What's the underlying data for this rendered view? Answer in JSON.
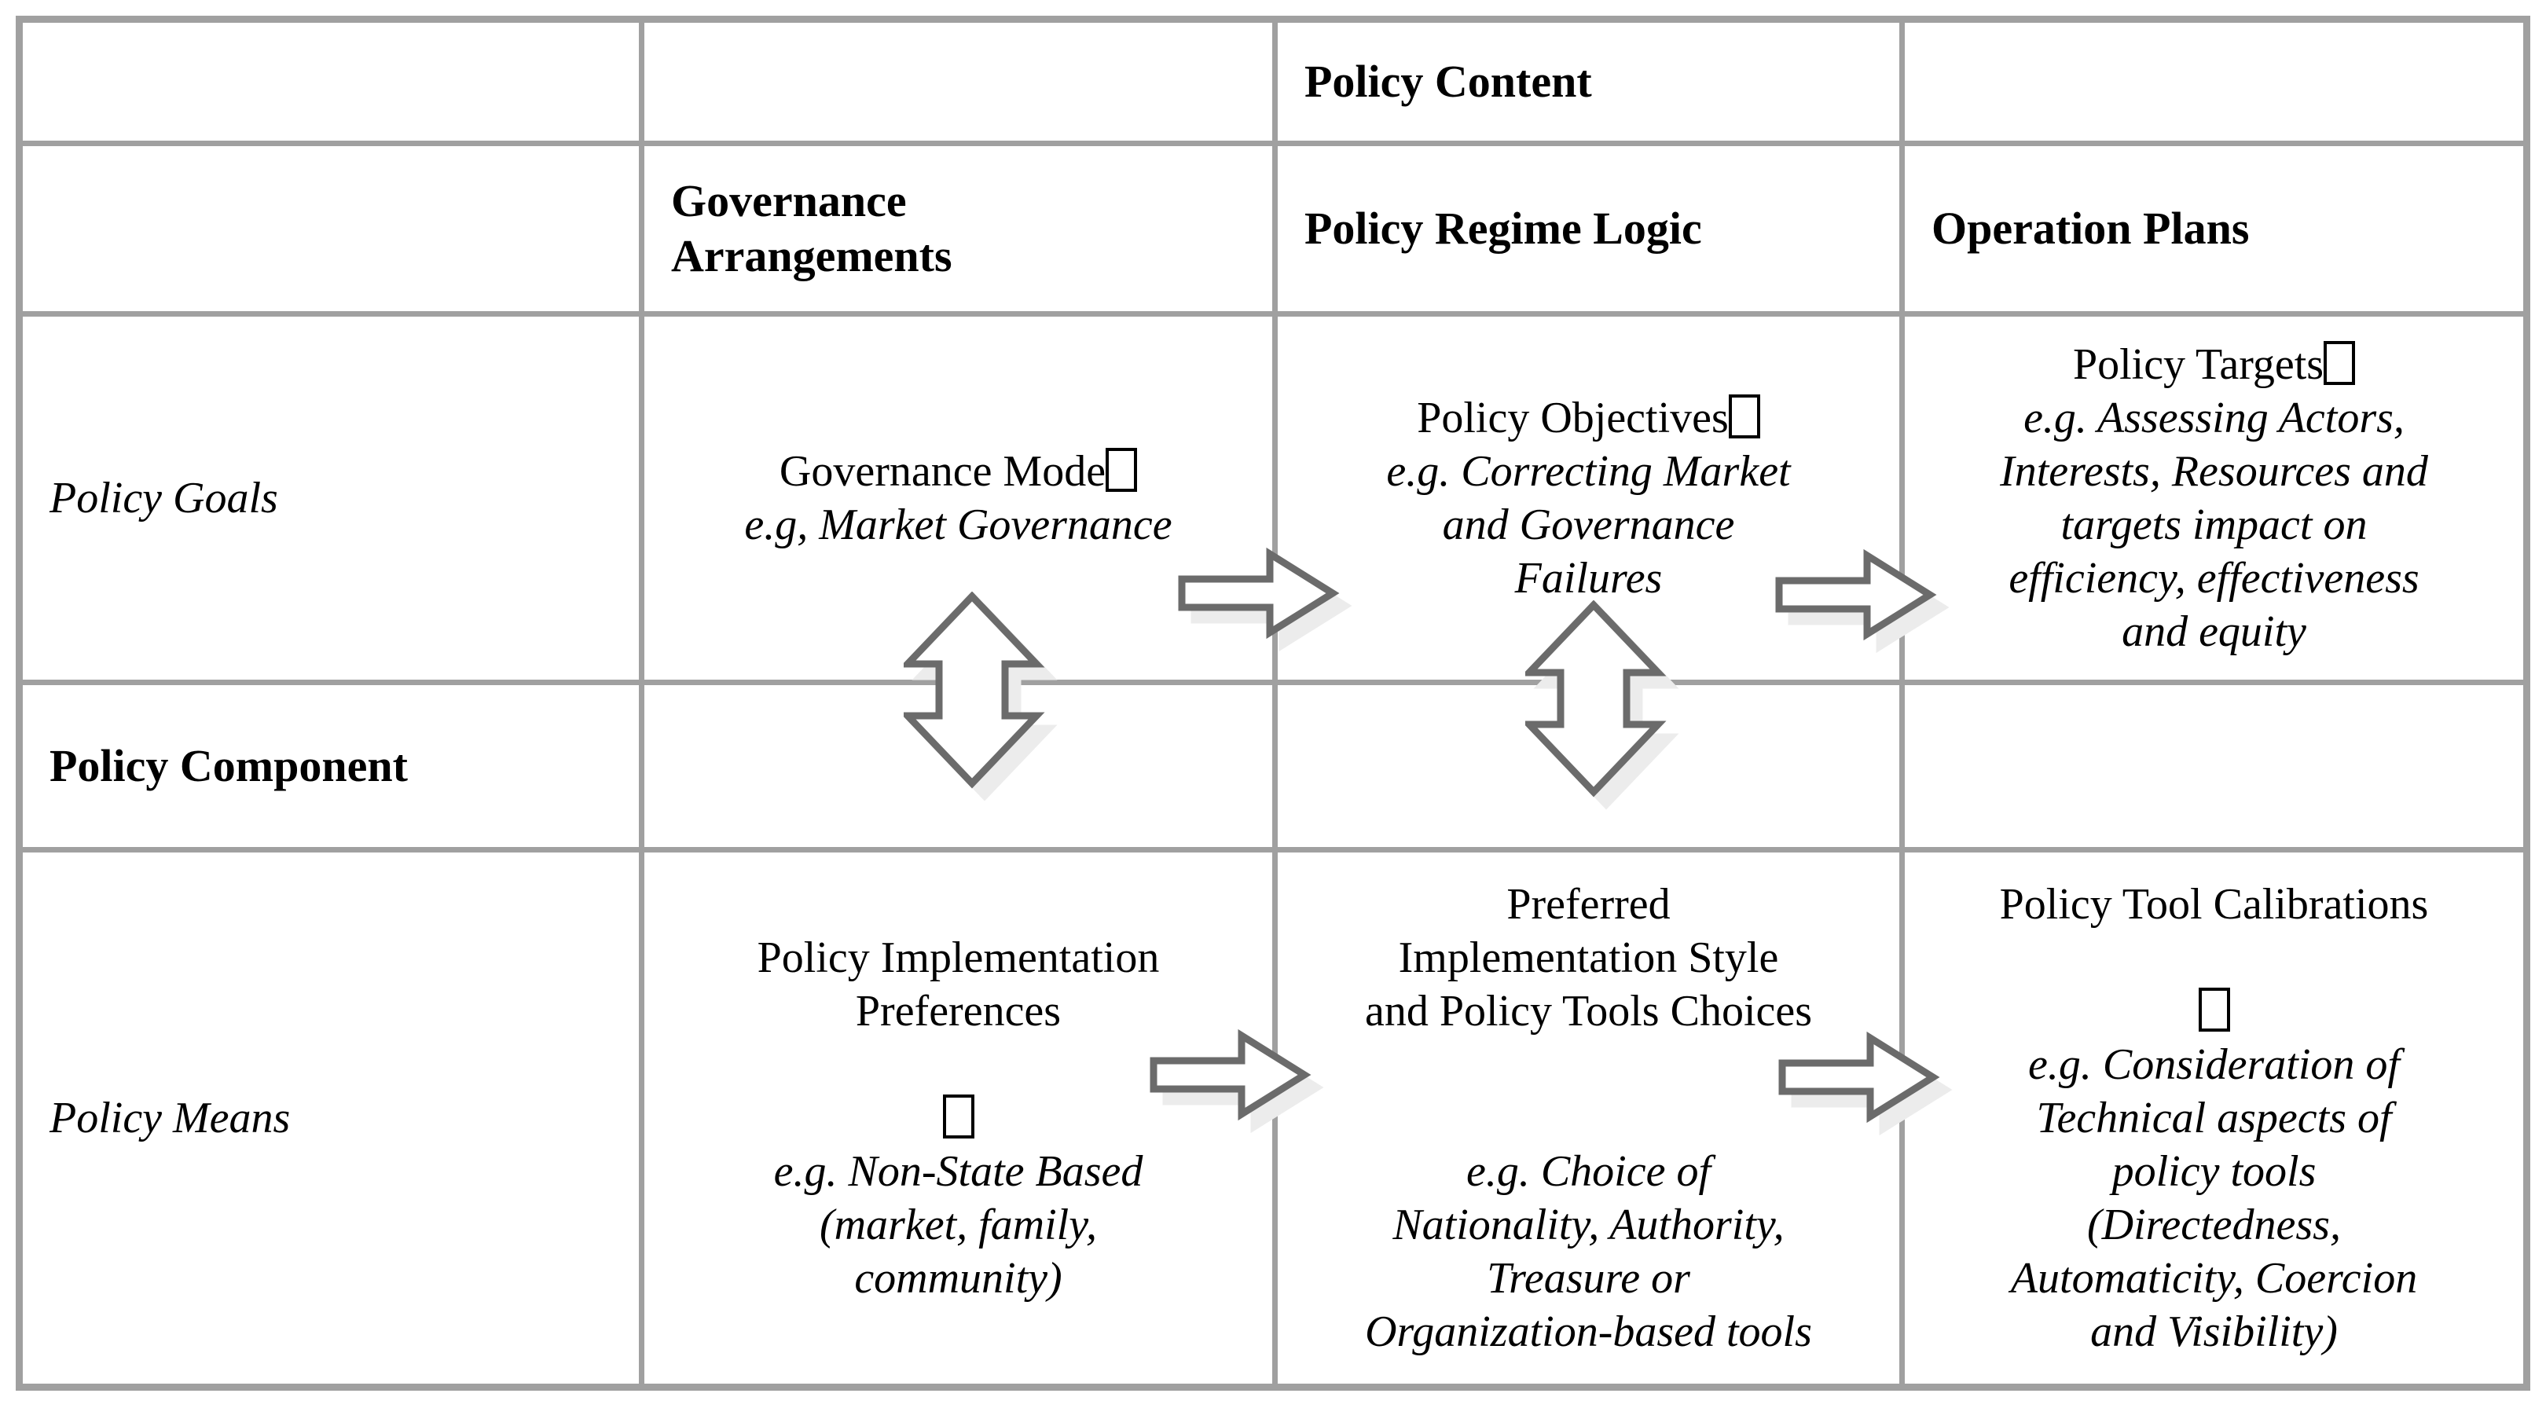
{
  "figure": {
    "type": "table-diagram",
    "colors": {
      "grid_line": "#a0a0a0",
      "text": "#000000",
      "arrow_outline": "#6b6b6b",
      "arrow_fill": "#ffffff",
      "arrow_shadow": "#ececec"
    },
    "header": {
      "policy_content": "Policy Content"
    },
    "column_headers": {
      "governance": [
        "Governance",
        "Arrangements"
      ],
      "regime": "Policy Regime Logic",
      "operation": "Operation Plans"
    },
    "rows": {
      "goals": {
        "label": "Policy Goals",
        "governance": [
          "Governance Mode□",
          "e.g, Market Governance"
        ],
        "regime": [
          "Policy Objectives□",
          "e.g. Correcting Market",
          "and Governance",
          "Failures"
        ],
        "operation": [
          "Policy Targets□",
          "e.g. Assessing Actors,",
          "Interests, Resources and",
          "targets impact on",
          "efficiency, effectiveness",
          "and equity"
        ]
      },
      "component": {
        "label": "Policy Component"
      },
      "means": {
        "label": "Policy Means",
        "governance": [
          "Policy Implementation",
          "Preferences",
          "",
          "□",
          "e.g. Non-State Based",
          "(market, family,",
          "community)"
        ],
        "regime": [
          "Preferred",
          "Implementation Style",
          "and Policy Tools Choices",
          "",
          "",
          "e.g. Choice of",
          "Nationality, Authority,",
          "Treasure or",
          "Organization-based tools"
        ],
        "operation": [
          "Policy Tool Calibrations",
          "",
          "□",
          "e.g. Consideration of",
          "Technical aspects of",
          "policy tools",
          "(Directedness,",
          "Automaticity, Coercion",
          "and Visibility)"
        ]
      }
    },
    "arrows": {
      "horizontal": [
        {
          "row": "goals",
          "from": "governance",
          "to": "regime"
        },
        {
          "row": "goals",
          "from": "regime",
          "to": "operation"
        },
        {
          "row": "means",
          "from": "governance",
          "to": "regime"
        },
        {
          "row": "means",
          "from": "regime",
          "to": "operation"
        }
      ],
      "vertical": [
        {
          "column": "governance",
          "between": [
            "goals",
            "means"
          ]
        },
        {
          "column": "regime",
          "between": [
            "goals",
            "means"
          ]
        }
      ]
    }
  }
}
